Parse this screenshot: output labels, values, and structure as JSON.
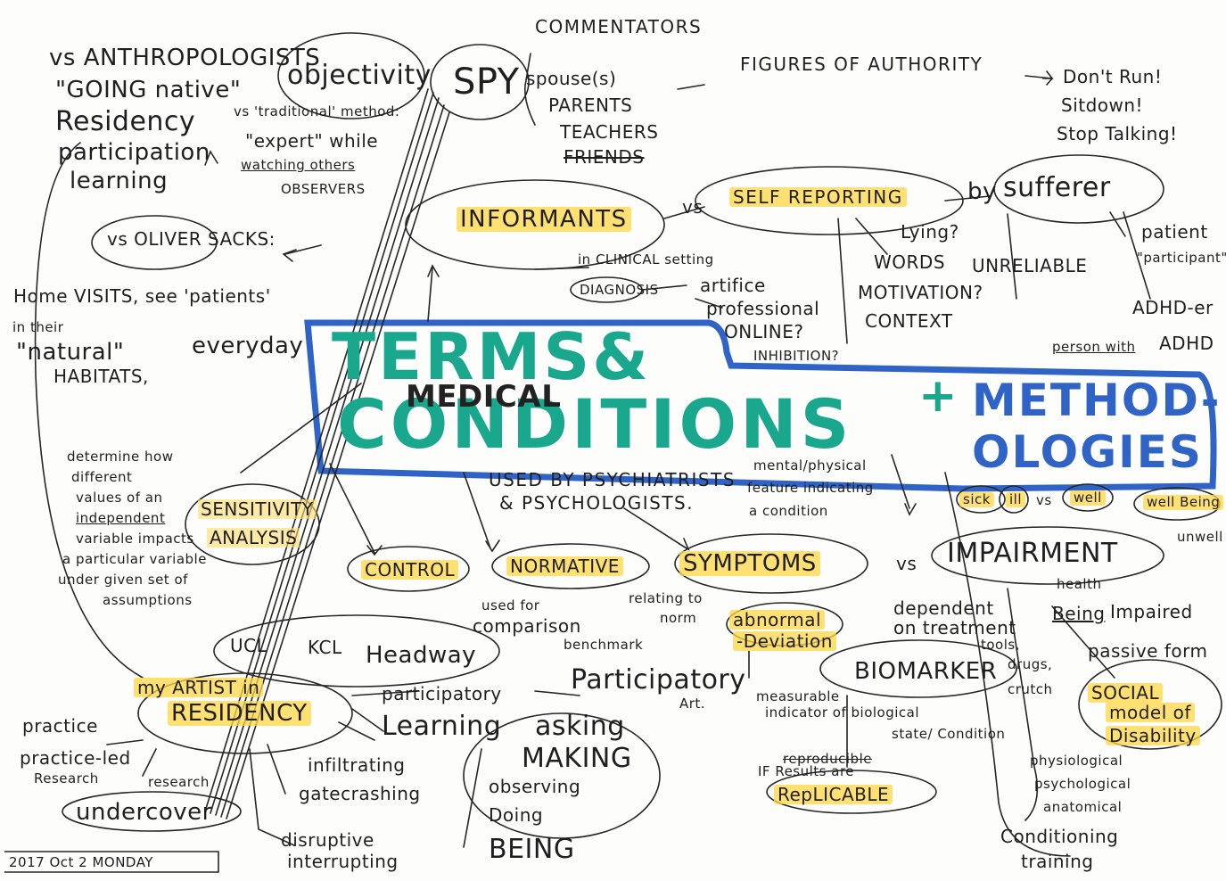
{
  "title": {
    "terms_and": "TERMS&",
    "medical": "MEDICAL",
    "conditions": "CONDITIONS",
    "plus": "+",
    "methodologies_line1": "METHOD-",
    "methodologies_line2": "OLOGIES"
  },
  "top": {
    "anthropologists": "vs ANTHROPOLOGISTS",
    "going_native": "\"GOING native\"",
    "residency": "Residency",
    "participation": "participation",
    "learning": "learning",
    "objectivity": "objectivity",
    "vs_traditional": "vs 'traditional' method:",
    "expert_while": "\"expert\" while",
    "watching_others": "watching others",
    "observers": "OBSERVERS",
    "spy": "SPY",
    "commentators": "COMMENTATORS",
    "spouses": "spouse(s)",
    "parents": "PARENTS",
    "teachers": "TEACHERS",
    "friends": "FRIENDS",
    "figures_of_authority": "FIGURES OF AUTHORITY",
    "dont_run": "Don't Run!",
    "sit_down": "Sitdown!",
    "stop_talking": "Stop Talking!"
  },
  "informants": {
    "label": "INFORMANTS",
    "vs": "vs",
    "self_reporting": "SELF REPORTING",
    "by": "by",
    "sufferer": "sufferer",
    "patient": "patient",
    "participant": "\"participant\"",
    "adhd_er": "ADHD-er",
    "person_with": "person with",
    "adhd": "ADHD",
    "lying": "Lying?",
    "words": "WORDS",
    "unreliable": "UNRELIABLE",
    "motivation": "MOTIVATION?",
    "context": "CONTEXT",
    "clinical_setting": "in CLINICAL setting",
    "diagnosis": "DIAGNOSIS",
    "artifice": "artifice",
    "professional": "professional",
    "online": "ONLINE?",
    "inhibition": "INHIBITION?"
  },
  "left": {
    "vs_oliver_sacks": "vs OLIVER SACKS:",
    "home_visits": "Home VISITS, see 'patients'",
    "in_their": "in their",
    "natural": "\"natural\"",
    "everyday": "everyday",
    "habitats": "HABITATS,",
    "determine_how": "determine how",
    "different": "different",
    "values_of_an": "values of an",
    "independent": "independent",
    "variable_impacts": "variable impacts",
    "a_particular_variable": "a particular variable",
    "under_given_set": "under given set of",
    "assumptions": "assumptions",
    "sensitivity": "SENSITIVITY",
    "analysis": "ANALYSIS"
  },
  "middle": {
    "used_by": "USED BY PSYCHIATRISTS",
    "psychologists": "& PSYCHOLOGISTS.",
    "control": "CONTROL",
    "normative": "NORMATIVE",
    "symptoms": "SYMPTOMS",
    "vs": "vs",
    "impairment": "IMPAIRMENT",
    "used_for": "used for",
    "comparison": "comparison",
    "benchmark": "benchmark",
    "relating_to": "relating to",
    "norm": "norm",
    "mental_physical": "mental/physical",
    "feature_indicating": "feature indicating",
    "a_condition": "a condition",
    "abnormal": "abnormal",
    "deviation": "-Deviation",
    "biomarker": "BIOMARKER",
    "measurable": "measurable",
    "indicator_of": "indicator of biological",
    "state_condition": "state/ Condition",
    "if_results_are": "IF Results are",
    "reproducible": "reproducible",
    "replicable": "RepLICABLE",
    "dependent_on": "dependent",
    "on_treatment": "on treatment",
    "tools": "tools,",
    "drugs": "drugs,",
    "crutch": "crutch",
    "health": "health",
    "being": "Being",
    "impaired": "Impaired",
    "passive_form": "passive form",
    "social_model": "SOCIAL",
    "model_of": "model of",
    "disability": "Disability",
    "physiological": "physiological",
    "psychological": "psychological",
    "anatomical": "anatomical",
    "conditioning": "Conditioning",
    "training": "training",
    "sick": "sick",
    "ill": "ill",
    "vs2": "vs",
    "well": "well",
    "well_being": "well Being",
    "unwell": "unwell"
  },
  "bottom": {
    "my_artist_in": "my ARTIST in",
    "residency": "RESIDENCY",
    "ucl": "UCL",
    "kcl": "KCL",
    "headway": "Headway",
    "participatory": "participatory",
    "participatory_art": "Participatory",
    "art": "Art.",
    "learning": "Learning",
    "asking": "asking",
    "making": "MAKING",
    "observing": "observing",
    "doing": "Doing",
    "being": "BEING",
    "practice": "practice",
    "practice_led": "practice-led",
    "research": "Research",
    "research2": "research",
    "infiltrating": "infiltrating",
    "gatecrashing": "gatecrashing",
    "undercover": "undercover",
    "disruptive": "disruptive",
    "interrupting": "interrupting",
    "date": "2017 Oct 2 MONDAY"
  },
  "colors": {
    "teal": "#19a88d",
    "blue": "#2f63c6",
    "highlight": "#ffd646",
    "ink": "#1f1f1f"
  }
}
